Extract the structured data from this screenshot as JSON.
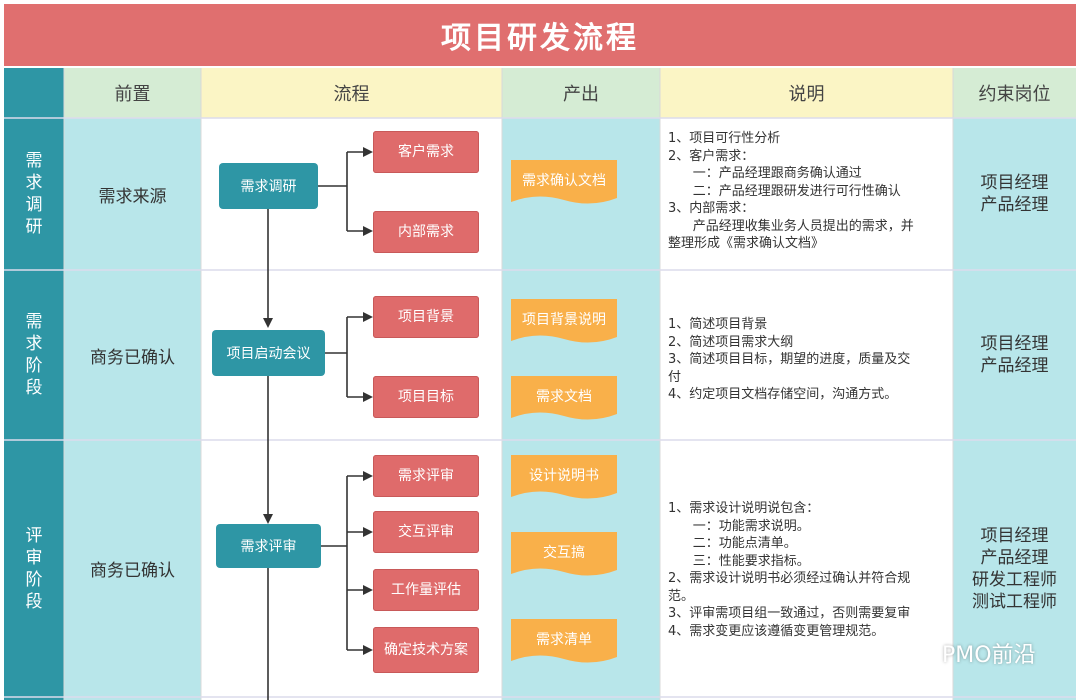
{
  "title": "项目研发流程",
  "headers": {
    "prereq": "前置",
    "process": "流程",
    "output": "产出",
    "description": "说明",
    "roles": "约束岗位"
  },
  "rows": [
    {
      "stage": "需求调研",
      "prereq": "需求来源",
      "main_step": "需求调研",
      "sub_steps": [
        "客户需求",
        "内部需求"
      ],
      "outputs": [
        "需求确认文档"
      ],
      "description": "1、项目可行性分析\n2、客户需求：\n      一：产品经理跟商务确认通过\n      二：产品经理跟研发进行可行性确认\n3、内部需求：\n      产品经理收集业务人员提出的需求，并\n整理形成《需求确认文档》",
      "roles": "项目经理\n产品经理"
    },
    {
      "stage": "需求阶段",
      "prereq": "商务已确认",
      "main_step": "项目启动会议",
      "sub_steps": [
        "项目背景",
        "项目目标"
      ],
      "outputs": [
        "项目背景说明",
        "需求文档"
      ],
      "description": "1、简述项目背景\n2、简述项目需求大纲\n3、简述项目目标，期望的进度，质量及交\n付\n4、约定项目文档存储空间，沟通方式。",
      "roles": "项目经理\n产品经理"
    },
    {
      "stage": "评审阶段",
      "prereq": "商务已确认",
      "main_step": "需求评审",
      "sub_steps": [
        "需求评审",
        "交互评审",
        "工作量评估",
        "确定技术方案"
      ],
      "outputs": [
        "设计说明书",
        "交互搞",
        "需求清单"
      ],
      "description": "1、需求设计说明说包含：\n      一：功能需求说明。\n      二：功能点清单。\n      三：性能要求指标。\n2、需求设计说明书必须经过确认并符合规\n范。\n3、评审需项目组一致通过，否则需要复审\n4、需求变更应该遵循变更管理规范。",
      "roles": "项目经理\n产品经理\n研发工程师\n测试工程师"
    }
  ],
  "watermark": "PMO前沿",
  "colors": {
    "title_bg": "#e06f6f",
    "stage_bg": "#2e96a5",
    "light_cyan": "#b8e6ea",
    "header_green": "#d5ecd4",
    "header_yellow": "#fbf5c5",
    "teal_box": "#2e96a5",
    "red_box": "#df6b6b",
    "doc_orange": "#f9b04a"
  }
}
